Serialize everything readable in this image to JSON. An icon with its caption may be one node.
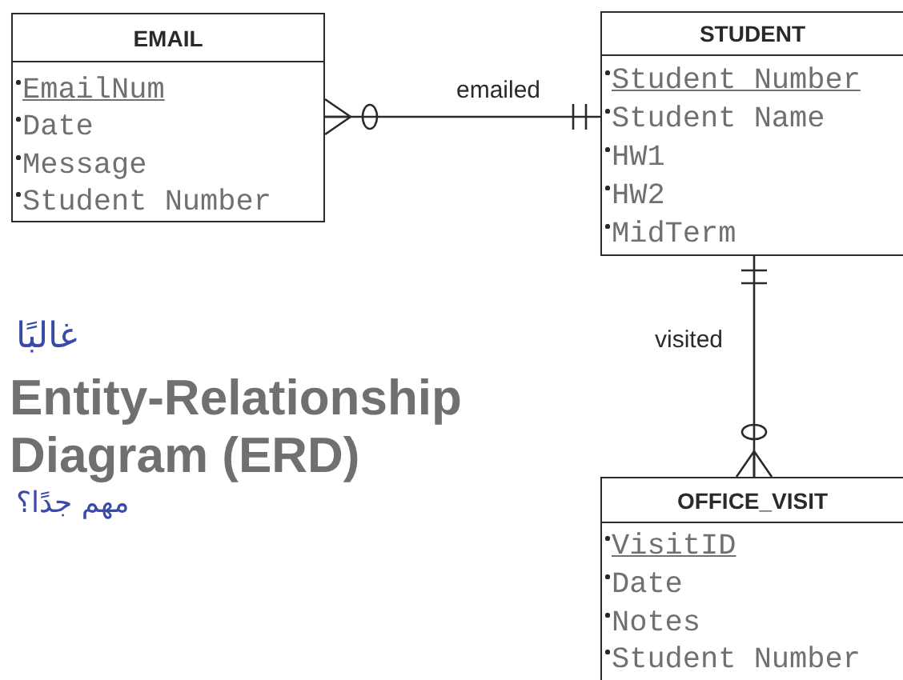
{
  "diagram": {
    "title": "Entity-Relationship Diagram (ERD)",
    "nodes": [
      {
        "text": [
          "EMAIL",
          "EmailNum",
          "Date",
          "Message",
          "Student Number"
        ]
      },
      {
        "text": [
          "STUDENT",
          "Student Number",
          "Student Name",
          "HW1",
          "HW2",
          "MidTerm"
        ]
      },
      {
        "text": [
          "OFFICE_VISIT",
          "VisitID",
          "Date",
          "Notes",
          "Student Number"
        ]
      }
    ],
    "edges": [
      {
        "from": 0,
        "to": 1,
        "arrow": "other",
        "label": "emailed"
      },
      {
        "from": 1,
        "to": 2,
        "arrow": "other",
        "label": "visited"
      }
    ],
    "labels": [
      "غالبًا",
      "مهم جدًا؟"
    ]
  }
}
